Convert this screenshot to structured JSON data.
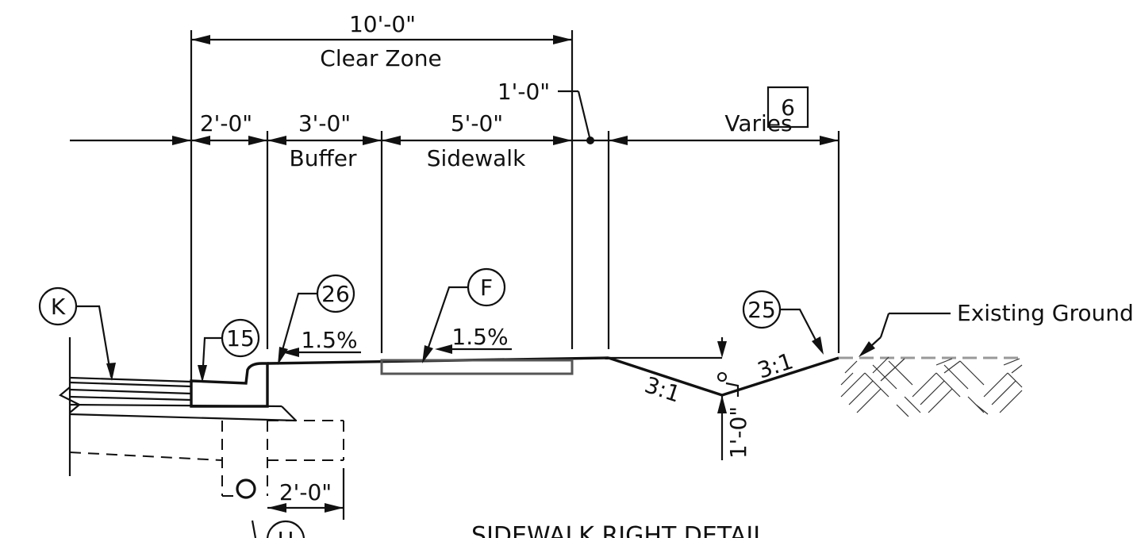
{
  "dimensions": {
    "clear_zone_value": "10'-0\"",
    "clear_zone_label": "Clear Zone",
    "dim_2ft": "2'-0\"",
    "dim_3ft": "3'-0\"",
    "buffer_label": "Buffer",
    "dim_5ft": "5'-0\"",
    "sidewalk_label": "Sidewalk",
    "dim_1ft": "1'-0\"",
    "varies_label": "Varies",
    "varies_note": "6",
    "slope_1": "1.5%",
    "slope_2": "1.5%",
    "side_slope_left": "3:1",
    "side_slope_right": "3:1",
    "ditch_depth": "1'-0\"",
    "bottom_2ft": "2'-0\""
  },
  "callouts": {
    "k": "K",
    "c15": "15",
    "c26": "26",
    "f": "F",
    "c25": "25",
    "h": "H"
  },
  "labels": {
    "existing_ground": "Existing Ground",
    "detail_title": "SIDEWALK RIGHT DETAIL"
  }
}
